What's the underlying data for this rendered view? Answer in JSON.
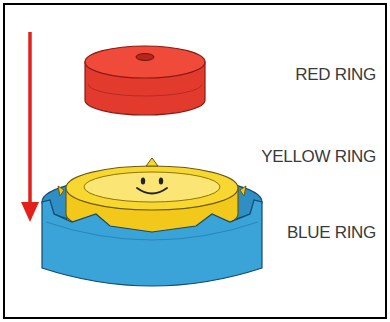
{
  "diagram": {
    "labels": [
      "RED RING",
      "YELLOW RING",
      "BLUE RING"
    ]
  }
}
